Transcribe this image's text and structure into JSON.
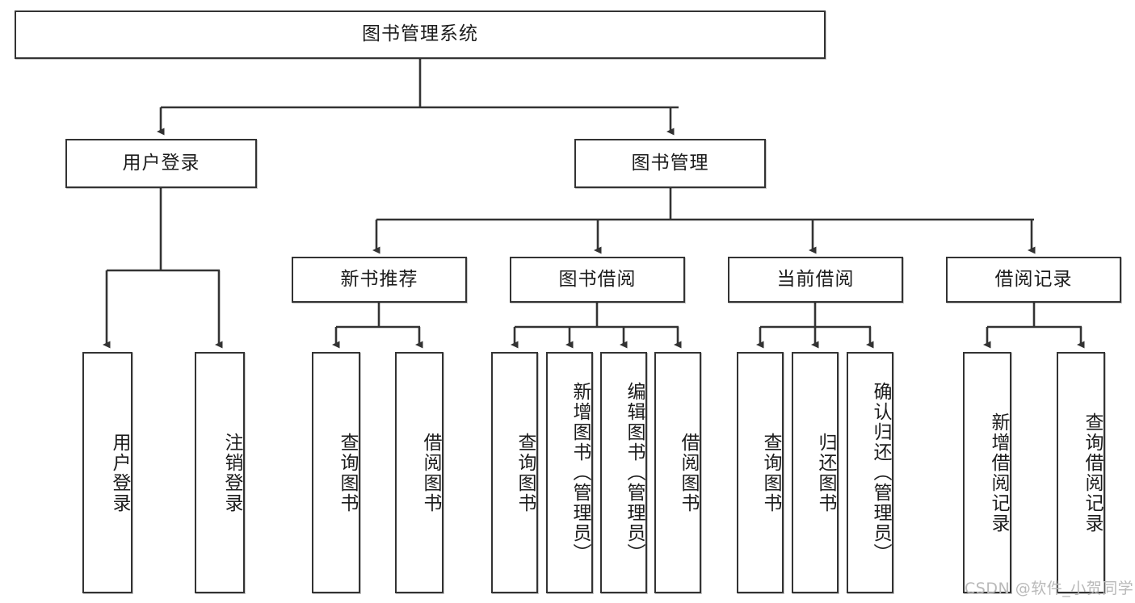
{
  "diagram": {
    "type": "tree-hierarchy-chart",
    "title_text": "图书管理系统",
    "colors": {
      "box_border": "#333333",
      "box_fill": "#ffffff",
      "connector": "#333333",
      "text": "#1c1c1c",
      "watermark": "#b9b9b9",
      "background": "#ffffff"
    },
    "root": {
      "label": "图书管理系统"
    },
    "level1": [
      {
        "id": "user-login",
        "label": "用户登录"
      },
      {
        "id": "book-management",
        "label": "图书管理"
      }
    ],
    "level2": [
      {
        "id": "new-book-recommend",
        "label": "新书推荐",
        "parent": "book-management"
      },
      {
        "id": "book-borrow",
        "label": "图书借阅",
        "parent": "book-management"
      },
      {
        "id": "current-borrow",
        "label": "当前借阅",
        "parent": "book-management"
      },
      {
        "id": "borrow-record",
        "label": "借阅记录",
        "parent": "book-management"
      }
    ],
    "leaves": {
      "user_login": [
        {
          "id": "leaf-user-login",
          "label": "用户登录"
        },
        {
          "id": "leaf-logout-login",
          "label": "注销登录"
        }
      ],
      "new_book_recommend": [
        {
          "id": "leaf-query-book-1",
          "label": "查询图书"
        },
        {
          "id": "leaf-borrow-book-1",
          "label": "借阅图书"
        }
      ],
      "book_borrow": [
        {
          "id": "leaf-query-book-2",
          "label": "查询图书"
        },
        {
          "id": "leaf-add-book",
          "label": "新增图书（管理员）"
        },
        {
          "id": "leaf-edit-book",
          "label": "编辑图书（管理员）"
        },
        {
          "id": "leaf-borrow-book-2",
          "label": "借阅图书"
        }
      ],
      "current_borrow": [
        {
          "id": "leaf-query-book-3",
          "label": "查询图书"
        },
        {
          "id": "leaf-return-book",
          "label": "归还图书"
        },
        {
          "id": "leaf-confirm-return",
          "label": "确认归还（管理员）"
        }
      ],
      "borrow_record": [
        {
          "id": "leaf-add-record",
          "label": "新增借阅记录"
        },
        {
          "id": "leaf-query-record",
          "label": "查询借阅记录"
        }
      ]
    },
    "watermark": "CSDN @软件_小贺同学"
  }
}
